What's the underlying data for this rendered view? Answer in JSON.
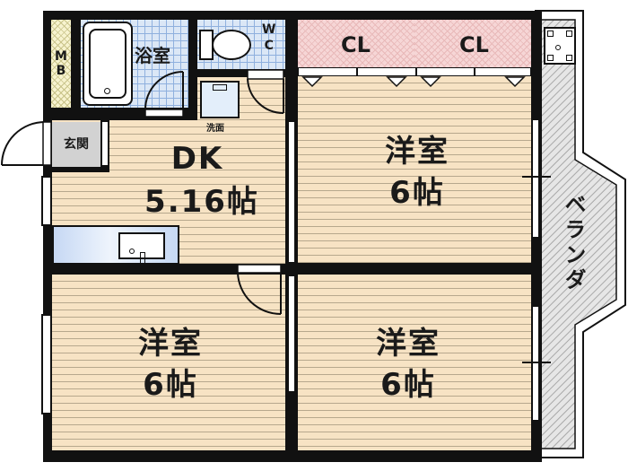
{
  "floorplan": {
    "title": "2DK floor plan",
    "rooms": {
      "dk": {
        "name": "DK",
        "size": "5.16帖"
      },
      "western_ne": {
        "name": "洋室",
        "size": "6帖"
      },
      "western_sw": {
        "name": "洋室",
        "size": "6帖"
      },
      "western_se": {
        "name": "洋室",
        "size": "6帖"
      },
      "bath": {
        "name": "浴室"
      },
      "wc": {
        "name": "W\nC",
        "line1": "W",
        "line2": "C"
      },
      "washroom": {
        "name": "洗面"
      },
      "entrance": {
        "name": "玄関"
      },
      "meter_box": {
        "name": "M\nB",
        "line1": "M",
        "line2": "B"
      },
      "closet_left": {
        "name": "CL"
      },
      "closet_right": {
        "name": "CL"
      },
      "veranda": {
        "name": "ベランダ"
      }
    },
    "colors": {
      "wall": "#111111",
      "floor": "#f7e3c4",
      "tile": "#dbe7f6",
      "closet": "#f6d6d6",
      "veranda": "#d9d9d9",
      "entrance": "#d2d2d2"
    }
  }
}
